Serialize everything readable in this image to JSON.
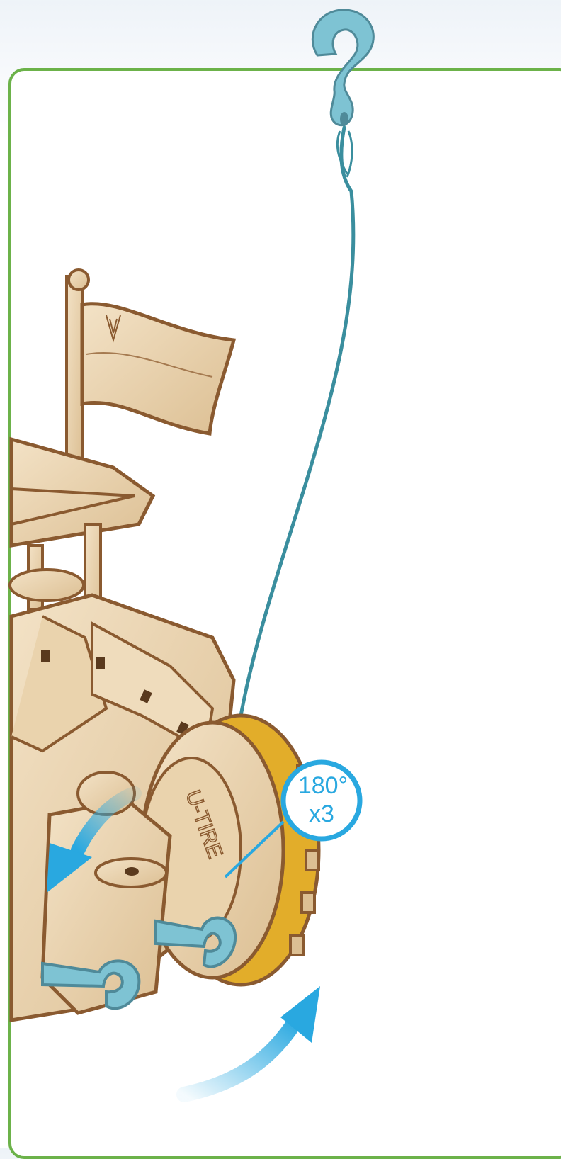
{
  "step": {
    "rotation_badge": {
      "angle": "180°",
      "count": "x3"
    },
    "wheel_embossed_text": "U-TIRE",
    "colors": {
      "panel_border": "#6cb24a",
      "wood": "#e8cfa8",
      "wood_edge": "#8a5a30",
      "cord": "#3a8e9e",
      "hook": "#7ec3d3",
      "arrow": "#29a8e0",
      "tire": "#e2ad2a"
    }
  }
}
